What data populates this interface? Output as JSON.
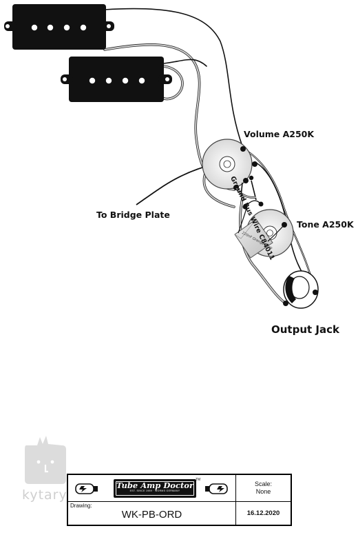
{
  "labels": {
    "volume": "Volume A250K",
    "ground_bus": "Ground Bus Wire C84011",
    "bridge": "To Bridge Plate",
    "tone": "Tone A250K",
    "output": "Output Jack",
    "capacitor": "220nF Orange Drop"
  },
  "watermark": {
    "text": "kytary"
  },
  "title_block": {
    "brand": "Tube Amp Doctor",
    "brand_sub": "EST. SINCE 1989 · WORMS GERMANY",
    "trademark": "TM",
    "scale_label": "Scale:",
    "scale_value": "None",
    "drawing_label": "Drawing:",
    "drawing_number": "WK-PB-ORD",
    "date": "16.12.2020"
  },
  "icons": {
    "pickup_upper": "pickup-icon",
    "pickup_lower": "pickup-icon",
    "volume_pot": "potentiometer-icon",
    "tone_pot": "potentiometer-icon",
    "capacitor": "capacitor-icon",
    "output_jack": "jack-icon",
    "brand_tubes": "tube-icon"
  }
}
